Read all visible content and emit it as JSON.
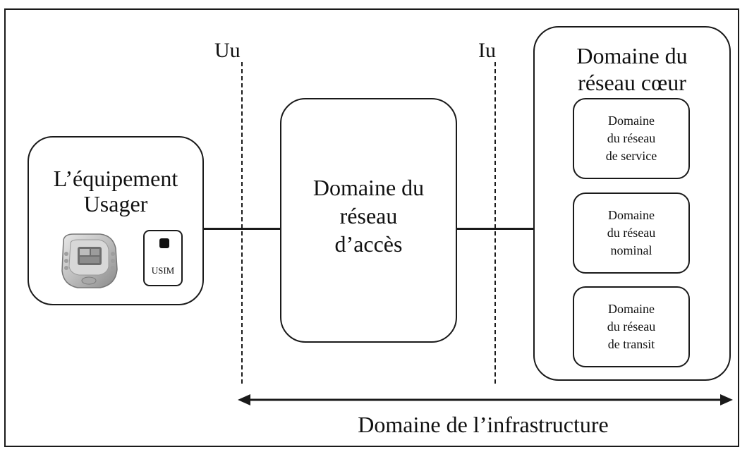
{
  "interfaces": {
    "uu": "Uu",
    "iu": "Iu"
  },
  "user_equipment": {
    "title": "L’équipement\nUsager",
    "usim_label": "USIM",
    "phone_icon": "mobile-phone-icon"
  },
  "access_domain": {
    "title": "Domaine du\nréseau\nd’accès"
  },
  "core_domain": {
    "title": "Domaine du\nréseau cœur",
    "subdomains": [
      {
        "label": "Domaine\ndu réseau\nde service"
      },
      {
        "label": "Domaine\ndu réseau\nnominal"
      },
      {
        "label": "Domaine\ndu réseau\nde transit"
      }
    ]
  },
  "infrastructure": {
    "label": "Domaine de l’infrastructure"
  },
  "colors": {
    "stroke": "#1a1a1a",
    "background": "#ffffff"
  }
}
